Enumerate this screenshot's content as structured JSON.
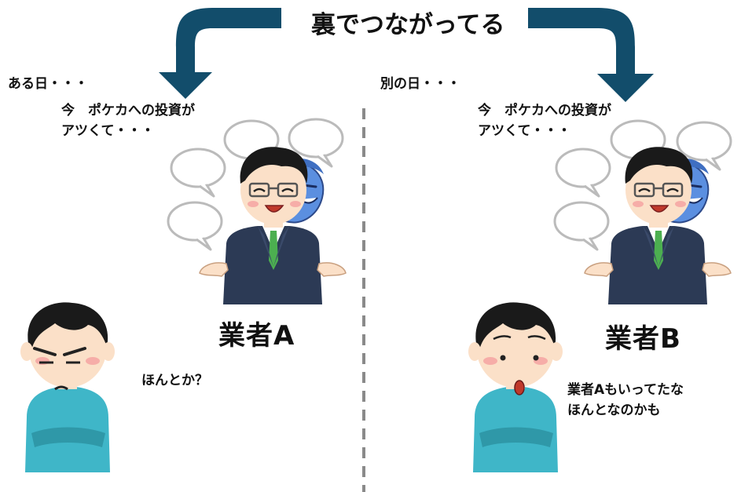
{
  "title": "裏でつながってる",
  "left": {
    "narration": "ある日・・・",
    "speech_line1": "今　ポケカへの投資が",
    "speech_line2": "アツくて・・・",
    "vendor_name": "業者A",
    "reaction": "ほんとか？"
  },
  "right": {
    "narration": "別の日・・・",
    "speech_line1": "今　ポケカへの投資が",
    "speech_line2": "アツくて・・・",
    "vendor_name": "業者B",
    "reaction_line1": "業者Aもいってたな",
    "reaction_line2": "ほんとなのかも"
  },
  "colors": {
    "arrow": "#124d6b",
    "divider": "#8a8a8a",
    "suit": "#2c3a55",
    "tie": "#4caf50",
    "skin": "#fbe0c8",
    "ghost": "#5b8fe0",
    "shirt": "#3fb6c8",
    "hair": "#1a1a1a"
  }
}
